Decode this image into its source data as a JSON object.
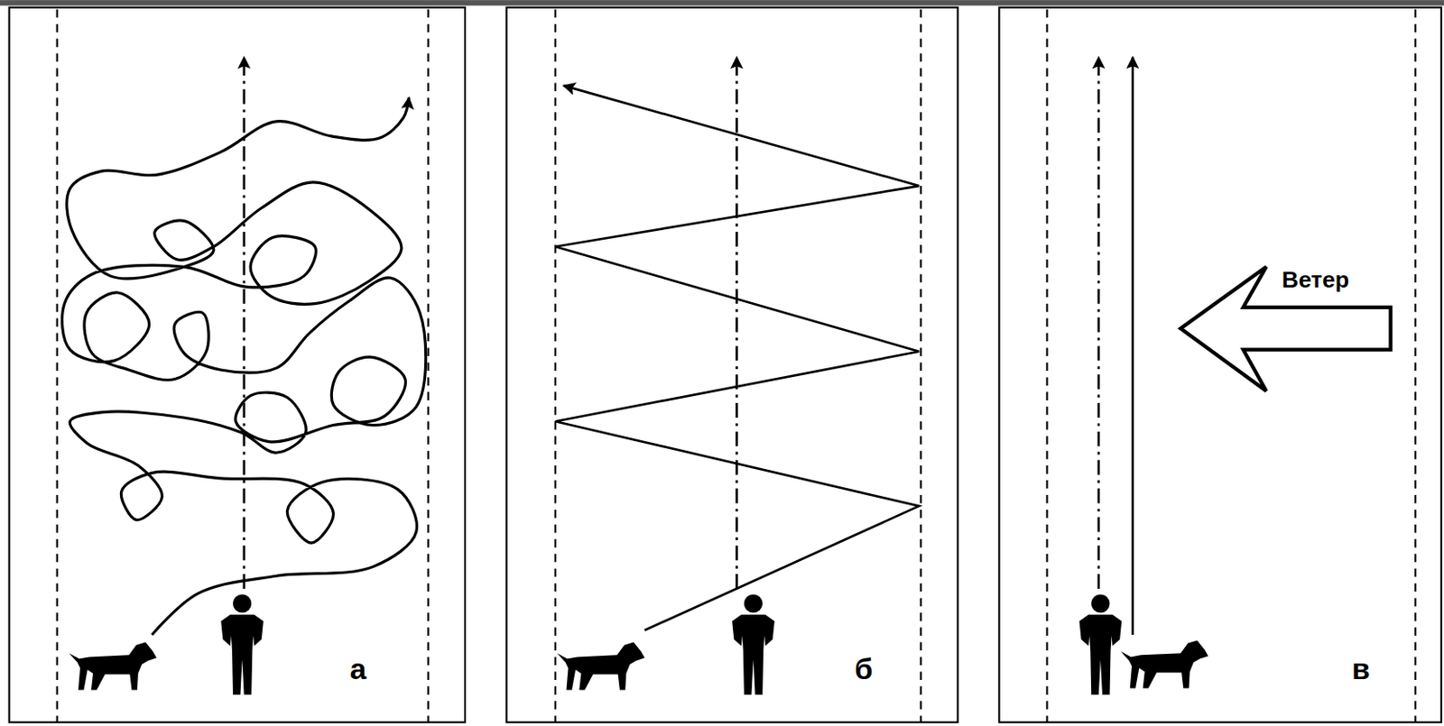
{
  "diagram": {
    "labels": [
      "а",
      "б",
      "в",
      "Ветер"
    ]
  }
}
